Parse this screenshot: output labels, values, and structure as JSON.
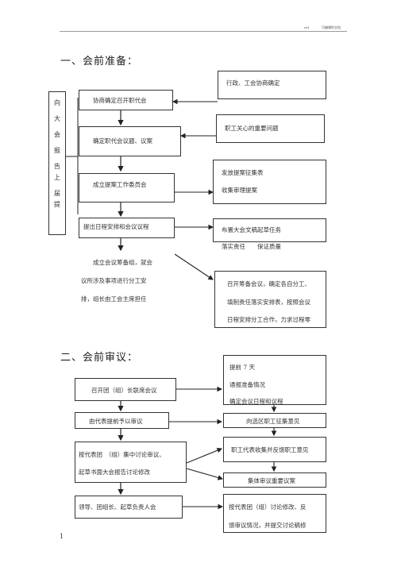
{
  "header": {
    "left": "wd",
    "right": "可编辑的文档"
  },
  "sections": {
    "prep": "一、会前准备：",
    "review": "二、会前审议："
  },
  "prep": {
    "side_chars": [
      "向",
      "大",
      "会",
      "报",
      "告",
      "上",
      "届",
      "提"
    ],
    "b1": "协商确定召开职代会",
    "b2": "确定职代会议题、议案",
    "b3": "成立提案工作委员会",
    "b4": "提出日程安排和会议议程",
    "b5_lines": [
      "成立会议筹备组，就会",
      "议所涉及事项进行分工安",
      "排，组长由工会主席担任"
    ],
    "r1": "行政、工会协商确定",
    "r2": "职工关心的重要问题",
    "r3_lines": [
      "发放提案征集表",
      "收集审理提案"
    ],
    "r4_lines": [
      "布置大会文稿起草任务",
      "落实责任　　保证质量"
    ],
    "r5_lines": [
      "召开筹备会议，确定各自分工、",
      "填制责任落实安排表，按照会议",
      "日程安排分工合作，力求过程零"
    ]
  },
  "review": {
    "l1": "召开团（组）长联席会议",
    "l2": "由代表提前予以审议",
    "l3_lines": [
      "按代表团　（组）集中讨论审议、",
      "起草书面大会报告讨论修改"
    ],
    "l4": "领导、团组长、起草负责人会",
    "r1_lines": [
      "提前 7 天",
      "通报准备情况",
      "确定会议日程和议程"
    ],
    "r2": "向选区职工征集意见",
    "r3": "职工代表收集并反馈职工意见",
    "r4": "集体审议重要议案",
    "r5_lines": [
      "按代表团（组）讨论修改、反",
      "馈审议情况，并提交讨论稿修"
    ]
  },
  "page_number": "1"
}
